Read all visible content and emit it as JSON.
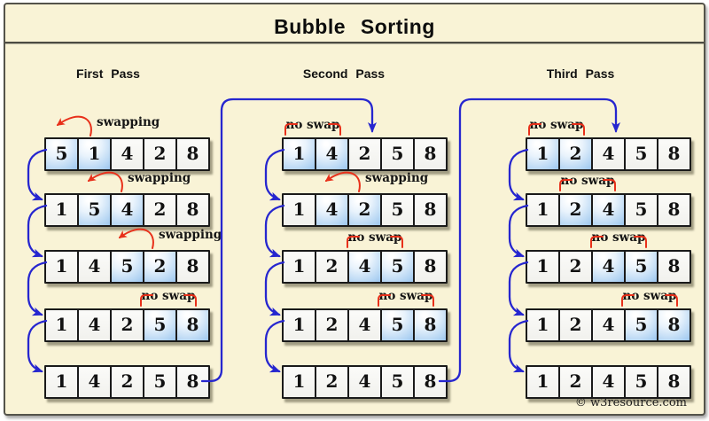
{
  "title": "Bubble Sorting",
  "watermark": "© w3resource.com",
  "colors": {
    "panel_background": "#f9f3d6",
    "flow_arrow_blue": "#2626cf",
    "swap_arrow_red": "#e8301a",
    "highlight_cell_blue": "#a9cdf0",
    "cell_background": "#f6f6f3",
    "border_dark": "#1a1a1a"
  },
  "annotation_labels": {
    "swapping": "swapping",
    "no_swap": "no swap"
  },
  "passes": [
    {
      "label": "First Pass",
      "rows": [
        {
          "values": [
            "5",
            "1",
            "4",
            "2",
            "8"
          ],
          "highlight": [
            0,
            1
          ],
          "annotation": {
            "type": "swapping",
            "label": "swapping",
            "pair": [
              0,
              1
            ]
          }
        },
        {
          "values": [
            "1",
            "5",
            "4",
            "2",
            "8"
          ],
          "highlight": [
            1,
            2
          ],
          "annotation": {
            "type": "swapping",
            "label": "swapping",
            "pair": [
              1,
              2
            ]
          }
        },
        {
          "values": [
            "1",
            "4",
            "5",
            "2",
            "8"
          ],
          "highlight": [
            2,
            3
          ],
          "annotation": {
            "type": "swapping",
            "label": "swapping",
            "pair": [
              2,
              3
            ]
          }
        },
        {
          "values": [
            "1",
            "4",
            "2",
            "5",
            "8"
          ],
          "highlight": [
            3,
            4
          ],
          "annotation": {
            "type": "no-swap",
            "label": "no swap",
            "pair": [
              3,
              4
            ]
          }
        },
        {
          "values": [
            "1",
            "4",
            "2",
            "5",
            "8"
          ],
          "highlight": [],
          "annotation": null
        }
      ]
    },
    {
      "label": "Second Pass",
      "rows": [
        {
          "values": [
            "1",
            "4",
            "2",
            "5",
            "8"
          ],
          "highlight": [
            0,
            1
          ],
          "annotation": {
            "type": "no-swap",
            "label": "no swap",
            "pair": [
              0,
              1
            ]
          }
        },
        {
          "values": [
            "1",
            "4",
            "2",
            "5",
            "8"
          ],
          "highlight": [
            1,
            2
          ],
          "annotation": {
            "type": "swapping",
            "label": "swapping",
            "pair": [
              1,
              2
            ]
          }
        },
        {
          "values": [
            "1",
            "2",
            "4",
            "5",
            "8"
          ],
          "highlight": [
            2,
            3
          ],
          "annotation": {
            "type": "no-swap",
            "label": "no swap",
            "pair": [
              2,
              3
            ]
          }
        },
        {
          "values": [
            "1",
            "2",
            "4",
            "5",
            "8"
          ],
          "highlight": [
            3,
            4
          ],
          "annotation": {
            "type": "no-swap",
            "label": "no swap",
            "pair": [
              3,
              4
            ]
          }
        },
        {
          "values": [
            "1",
            "2",
            "4",
            "5",
            "8"
          ],
          "highlight": [],
          "annotation": null
        }
      ]
    },
    {
      "label": "Third Pass",
      "rows": [
        {
          "values": [
            "1",
            "2",
            "4",
            "5",
            "8"
          ],
          "highlight": [
            0,
            1
          ],
          "annotation": {
            "type": "no-swap",
            "label": "no swap",
            "pair": [
              0,
              1
            ]
          }
        },
        {
          "values": [
            "1",
            "2",
            "4",
            "5",
            "8"
          ],
          "highlight": [
            1,
            2
          ],
          "annotation": {
            "type": "no-swap",
            "label": "no swap",
            "pair": [
              1,
              2
            ]
          }
        },
        {
          "values": [
            "1",
            "2",
            "4",
            "5",
            "8"
          ],
          "highlight": [
            2,
            3
          ],
          "annotation": {
            "type": "no-swap",
            "label": "no swap",
            "pair": [
              2,
              3
            ]
          }
        },
        {
          "values": [
            "1",
            "2",
            "4",
            "5",
            "8"
          ],
          "highlight": [
            3,
            4
          ],
          "annotation": {
            "type": "no-swap",
            "label": "no swap",
            "pair": [
              3,
              4
            ]
          }
        },
        {
          "values": [
            "1",
            "2",
            "4",
            "5",
            "8"
          ],
          "highlight": [],
          "annotation": null
        }
      ]
    }
  ]
}
